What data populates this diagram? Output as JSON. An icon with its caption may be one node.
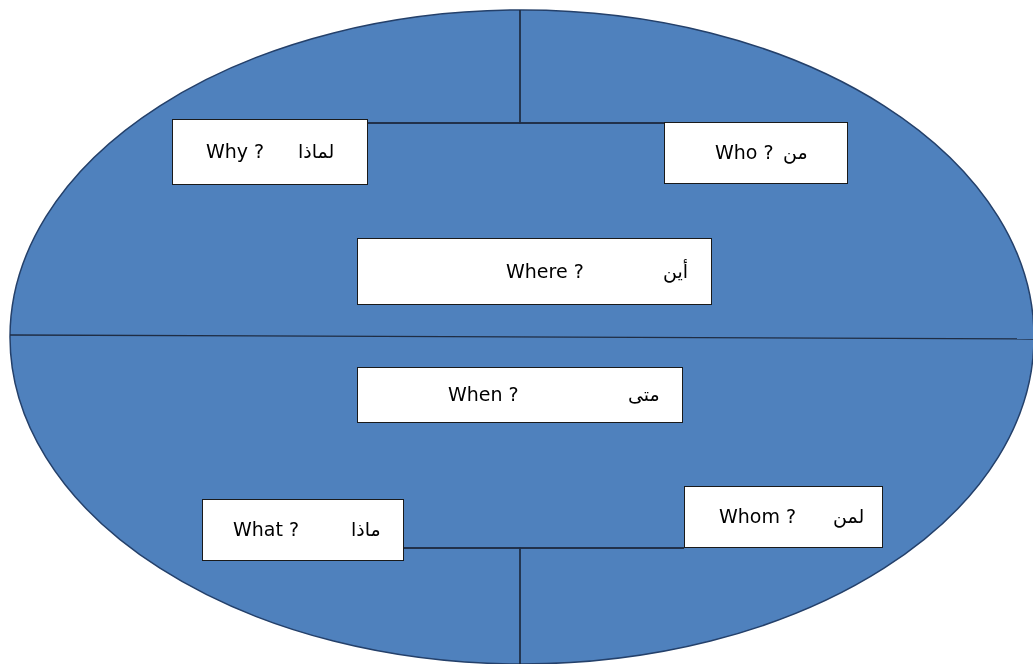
{
  "diagram": {
    "nodes": [
      {
        "text": [],
        "shape": "ellipse"
      },
      {
        "text": [
          "لماذا",
          "Why ?"
        ],
        "in": 0
      },
      {
        "text": [
          "من",
          "Who ?"
        ],
        "in": 0
      },
      {
        "text": [
          "أين",
          "Where ?"
        ],
        "in": 0
      },
      {
        "text": [
          "متى",
          "When ?"
        ],
        "in": 0
      },
      {
        "text": [
          "ماذا",
          "What ?"
        ],
        "in": 0
      },
      {
        "text": [
          "لمن",
          "Whom ?"
        ],
        "in": 0
      }
    ],
    "edges": [
      {
        "from": 1,
        "to": 2,
        "arrow": "none"
      },
      {
        "from": 1,
        "to": 0,
        "arrow": "none"
      },
      {
        "from": 2,
        "to": 0,
        "arrow": "none"
      },
      {
        "from": 5,
        "to": 6,
        "arrow": "none"
      },
      {
        "from": 5,
        "to": 0,
        "arrow": "none"
      },
      {
        "from": 6,
        "to": 0,
        "arrow": "none"
      }
    ]
  }
}
